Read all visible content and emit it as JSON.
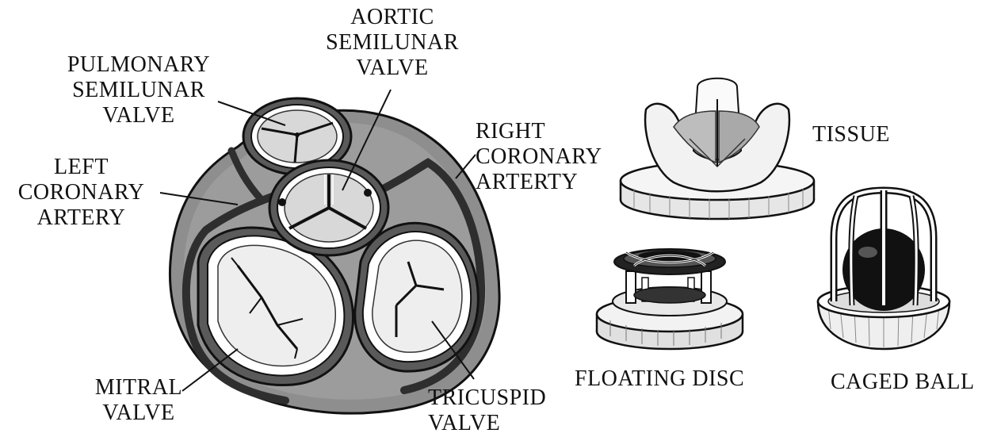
{
  "labels": {
    "aortic": [
      "AORTIC",
      "SEMILUNAR",
      "VALVE"
    ],
    "pulmonary": [
      "PULMONARY",
      "SEMILUNAR",
      "VALVE"
    ],
    "left_coronary": [
      "LEFT",
      "CORONARY",
      "ARTERY"
    ],
    "right_coronary": [
      "RIGHT",
      "CORONARY",
      "ARTERTY"
    ],
    "mitral": [
      "MITRAL",
      "VALVE"
    ],
    "tricuspid": [
      "TRICUSPID",
      "VALVE"
    ],
    "tissue": "TISSUE",
    "floating_disc": "FLOATING DISC",
    "caged_ball": "CAGED BALL"
  },
  "colors": {
    "outline": "#111111",
    "heart_fill": "#8a8a8a",
    "rim_dark": "#4a4a4a",
    "light": "#ededed",
    "mid": "#b9b9b9",
    "ball": "#111111"
  }
}
